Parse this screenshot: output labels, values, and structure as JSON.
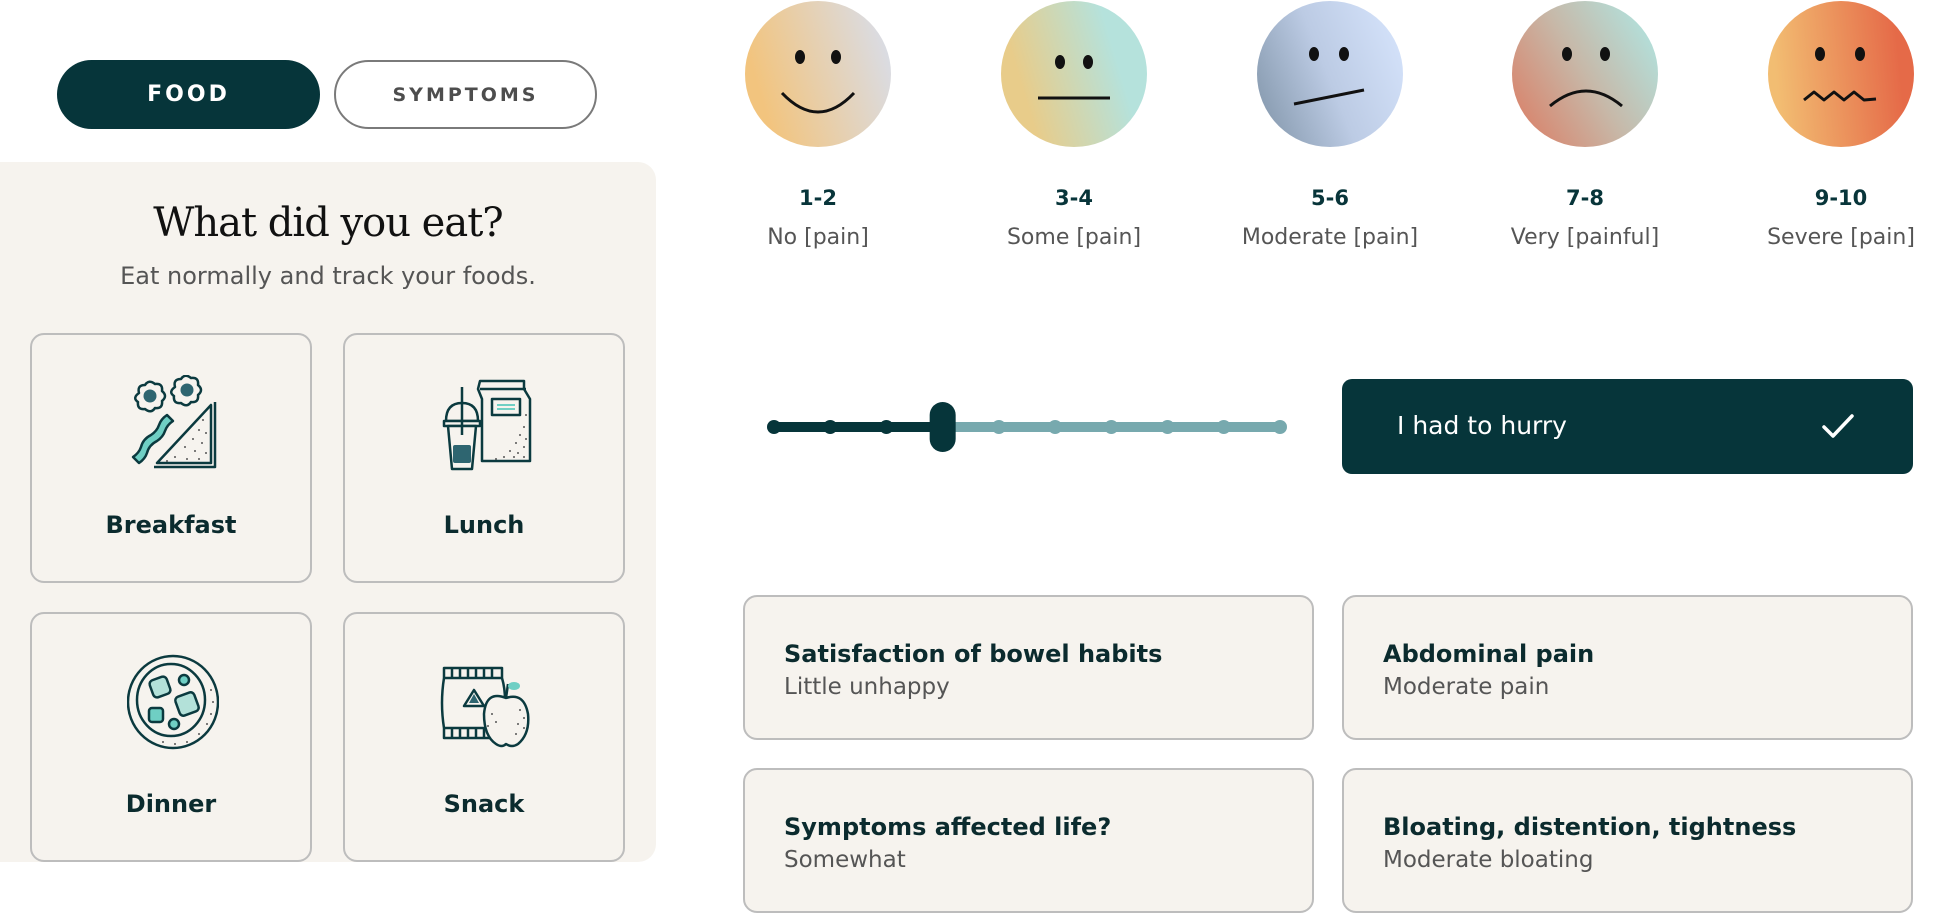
{
  "tabs": {
    "food": "FOOD",
    "symptoms": "SYMPTOMS",
    "active": "food"
  },
  "food_panel": {
    "title": "What did you eat?",
    "subtitle": "Eat normally and track your foods.",
    "meals": [
      {
        "label": "Breakfast",
        "icon": "breakfast-icon"
      },
      {
        "label": "Lunch",
        "icon": "lunch-icon"
      },
      {
        "label": "Dinner",
        "icon": "dinner-icon"
      },
      {
        "label": "Snack",
        "icon": "snack-icon"
      }
    ]
  },
  "pain_scale": [
    {
      "range": "1-2",
      "description": "No [pain]",
      "face": "smile-face-icon",
      "colors": [
        "#f2c47e",
        "#d7dff0"
      ]
    },
    {
      "range": "3-4",
      "description": "Some [pain]",
      "face": "neutral-face-icon",
      "colors": [
        "#e8cc8a",
        "#b5e2dc"
      ]
    },
    {
      "range": "5-6",
      "description": "Moderate [pain]",
      "face": "uneasy-face-icon",
      "colors": [
        "#8c9fb4",
        "#d5e3fb"
      ]
    },
    {
      "range": "7-8",
      "description": "Very [painful]",
      "face": "sad-face-icon",
      "colors": [
        "#d9826a",
        "#b1e3df"
      ]
    },
    {
      "range": "9-10",
      "description": "Severe [pain]",
      "face": "distressed-face-icon",
      "colors": [
        "#f2bd72",
        "#e56a48"
      ]
    }
  ],
  "slider": {
    "steps": 10,
    "value_index": 3,
    "active_color": "#06353a",
    "inactive_color": "#77a9ae"
  },
  "hurry_button": {
    "label": "I had to hurry",
    "checked": true
  },
  "symptom_cards": [
    {
      "title": "Satisfaction of bowel habits",
      "value": "Little unhappy"
    },
    {
      "title": "Abdominal pain",
      "value": "Moderate pain"
    },
    {
      "title": "Symptoms affected life?",
      "value": "Somewhat"
    },
    {
      "title": "Bloating, distention, tightness",
      "value": "Moderate bloating"
    }
  ],
  "colors": {
    "brand_dark": "#06353a",
    "panel_bg": "#f6f3ee",
    "accent_teal": "#6fcfc4"
  }
}
